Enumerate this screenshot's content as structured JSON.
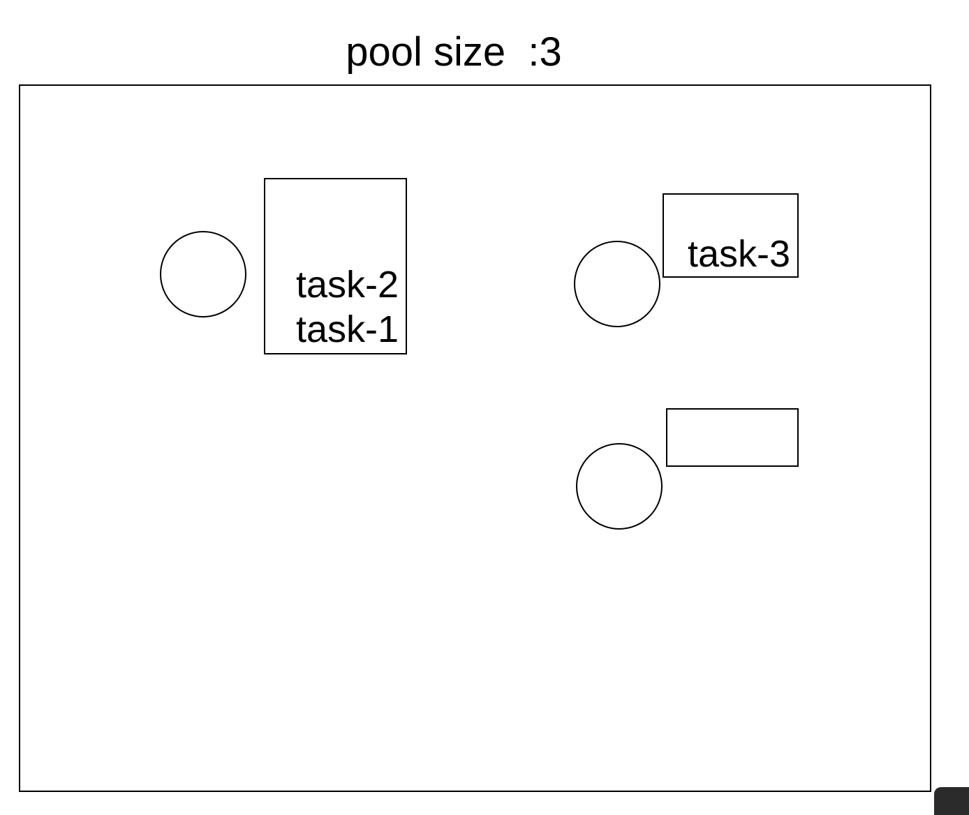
{
  "title": "pool size  :3",
  "workers": [
    {
      "queue": [
        "task-2",
        "task-1"
      ]
    },
    {
      "queue": [
        "task-3"
      ]
    },
    {
      "queue": []
    }
  ]
}
